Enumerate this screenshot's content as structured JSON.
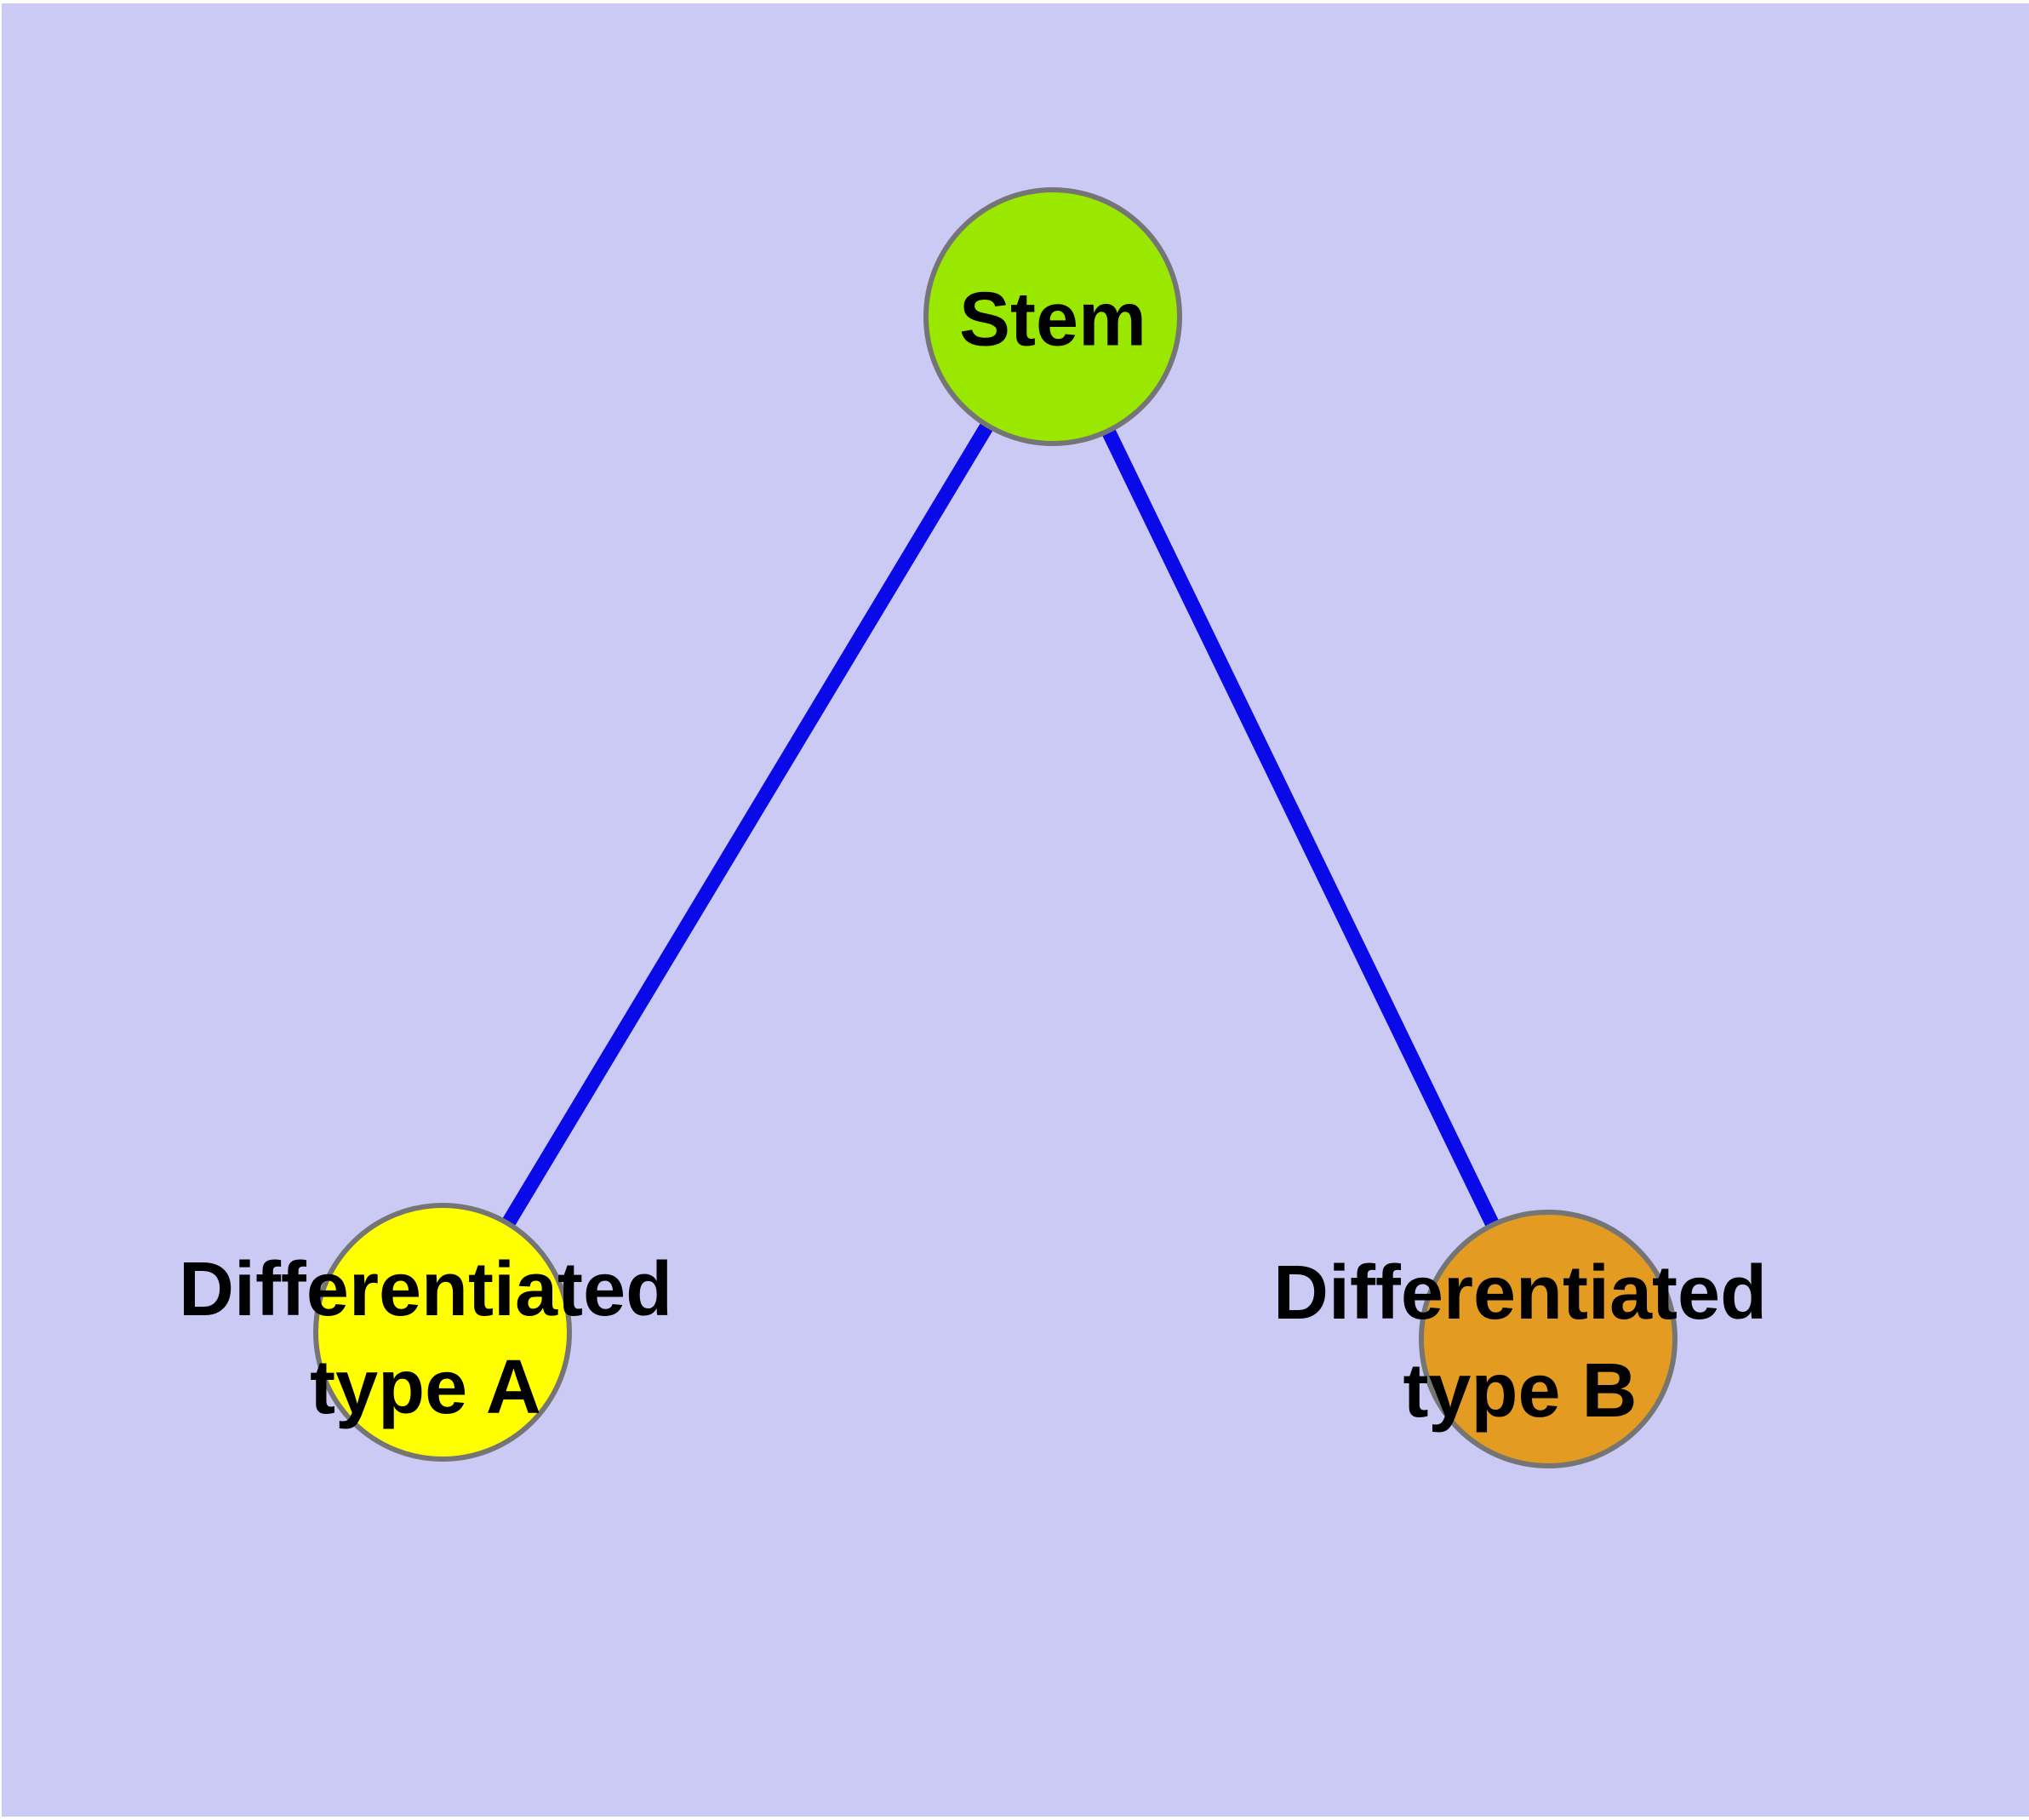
{
  "diagram": {
    "type": "graph",
    "description": "Cell differentiation hierarchy: one stem node linked to two differentiated cell-type nodes",
    "nodes": {
      "stem": {
        "label": "Stem"
      },
      "type_a": {
        "label_line1": "Differentiated",
        "label_line2": "type A"
      },
      "type_b": {
        "label_line1": "Differentiated",
        "label_line2": "type B"
      }
    },
    "edges": [
      {
        "from": "Stem",
        "to": "Differentiated type A"
      },
      {
        "from": "Stem",
        "to": "Differentiated type B"
      }
    ]
  },
  "colors": {
    "bg": "#cacaf5",
    "frame": "#ffffff",
    "edge": "#0a0ae8",
    "node_border": "#757575",
    "stem_fill": "#9ae800",
    "type_a_fill": "#ffff00",
    "type_b_fill": "#e39b21",
    "text": "#000000"
  }
}
